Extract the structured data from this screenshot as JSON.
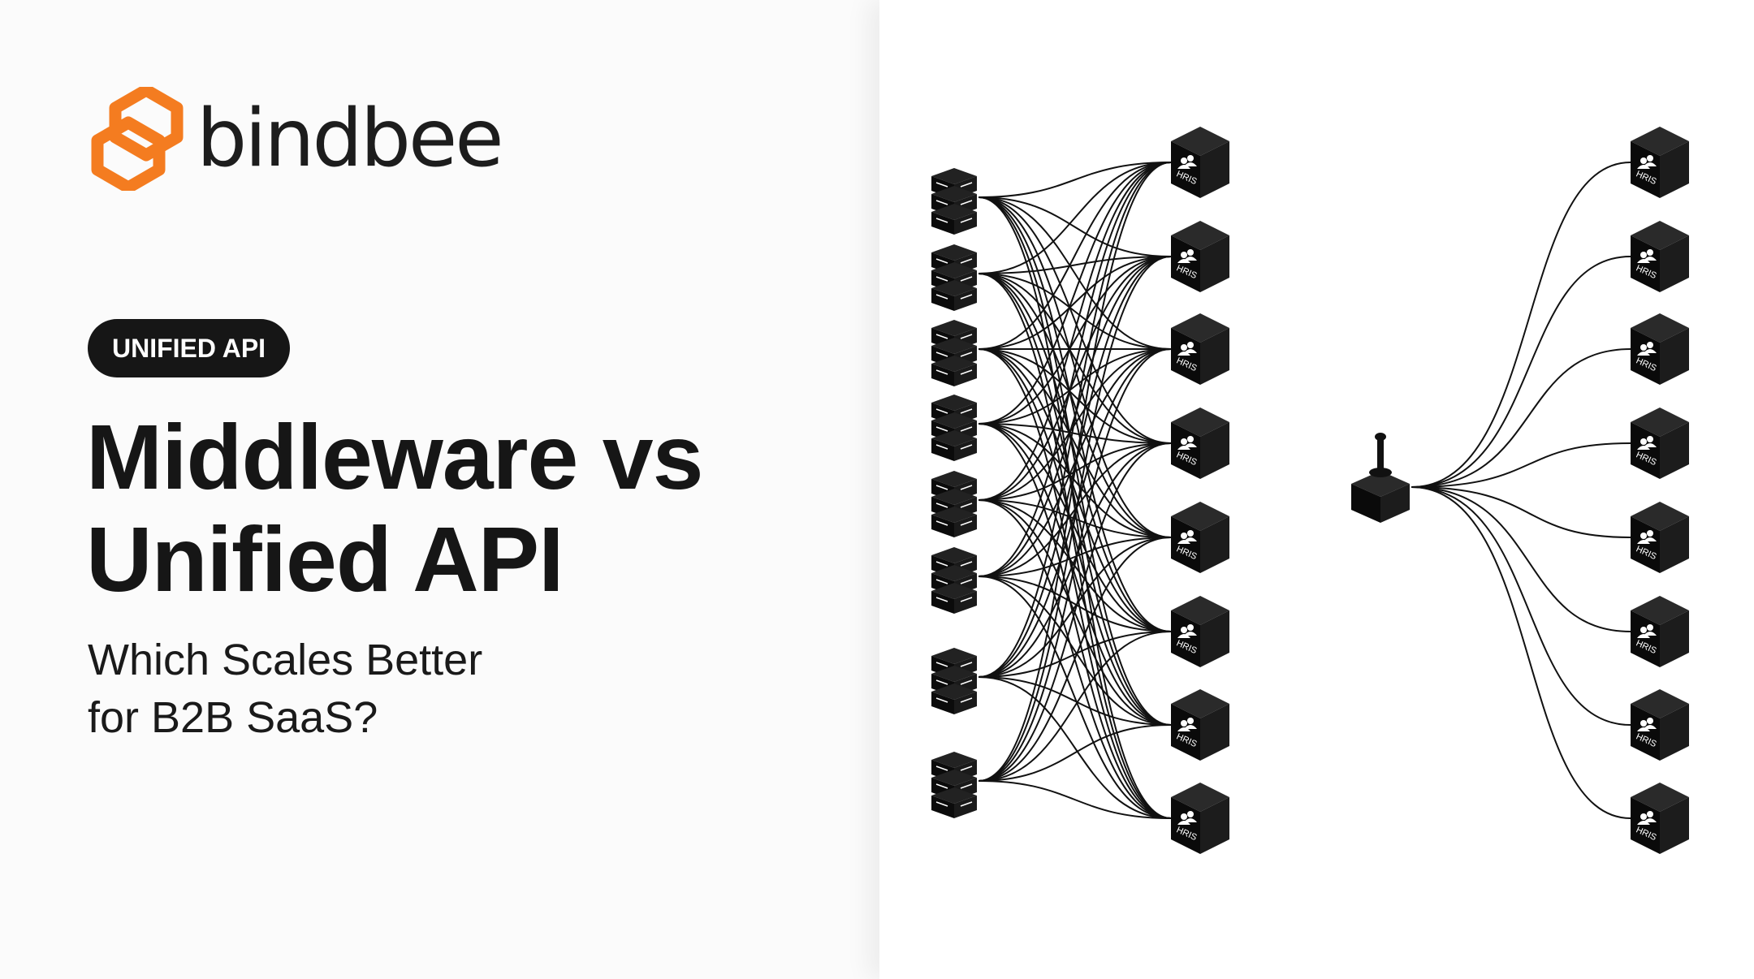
{
  "brand": {
    "name": "bindbee",
    "logo_color": "#F47C20"
  },
  "badge": {
    "label": "UNIFIED API"
  },
  "title": {
    "line1": "Middleware vs",
    "line2": "Unified API"
  },
  "subtitle": {
    "line1": "Which Scales Better",
    "line2": "for B2B SaaS?"
  },
  "diagram": {
    "left": {
      "source_icon": "server-stack-icon",
      "source_count": 8,
      "target_icon": "hris-box-icon",
      "target_label": "HRIS",
      "target_count": 8
    },
    "right": {
      "hub_icon": "joystick-box-icon",
      "target_icon": "hris-box-icon",
      "target_label": "HRIS",
      "target_count": 8
    }
  }
}
